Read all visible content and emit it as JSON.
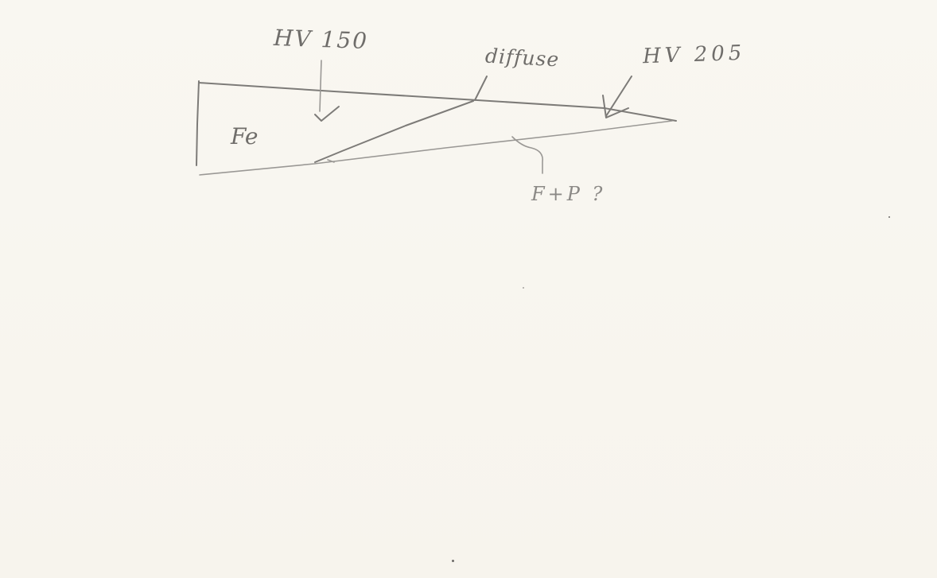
{
  "labels": {
    "hv_left": "HV 150",
    "transition": "diffuse",
    "hv_right": "HV 205",
    "phase_region": "Fe",
    "zone_note": "F+P ?"
  },
  "colors": {
    "paper": "#f8f6ef",
    "pencil": "#7d7b78",
    "pencil_light": "#9a9895"
  }
}
